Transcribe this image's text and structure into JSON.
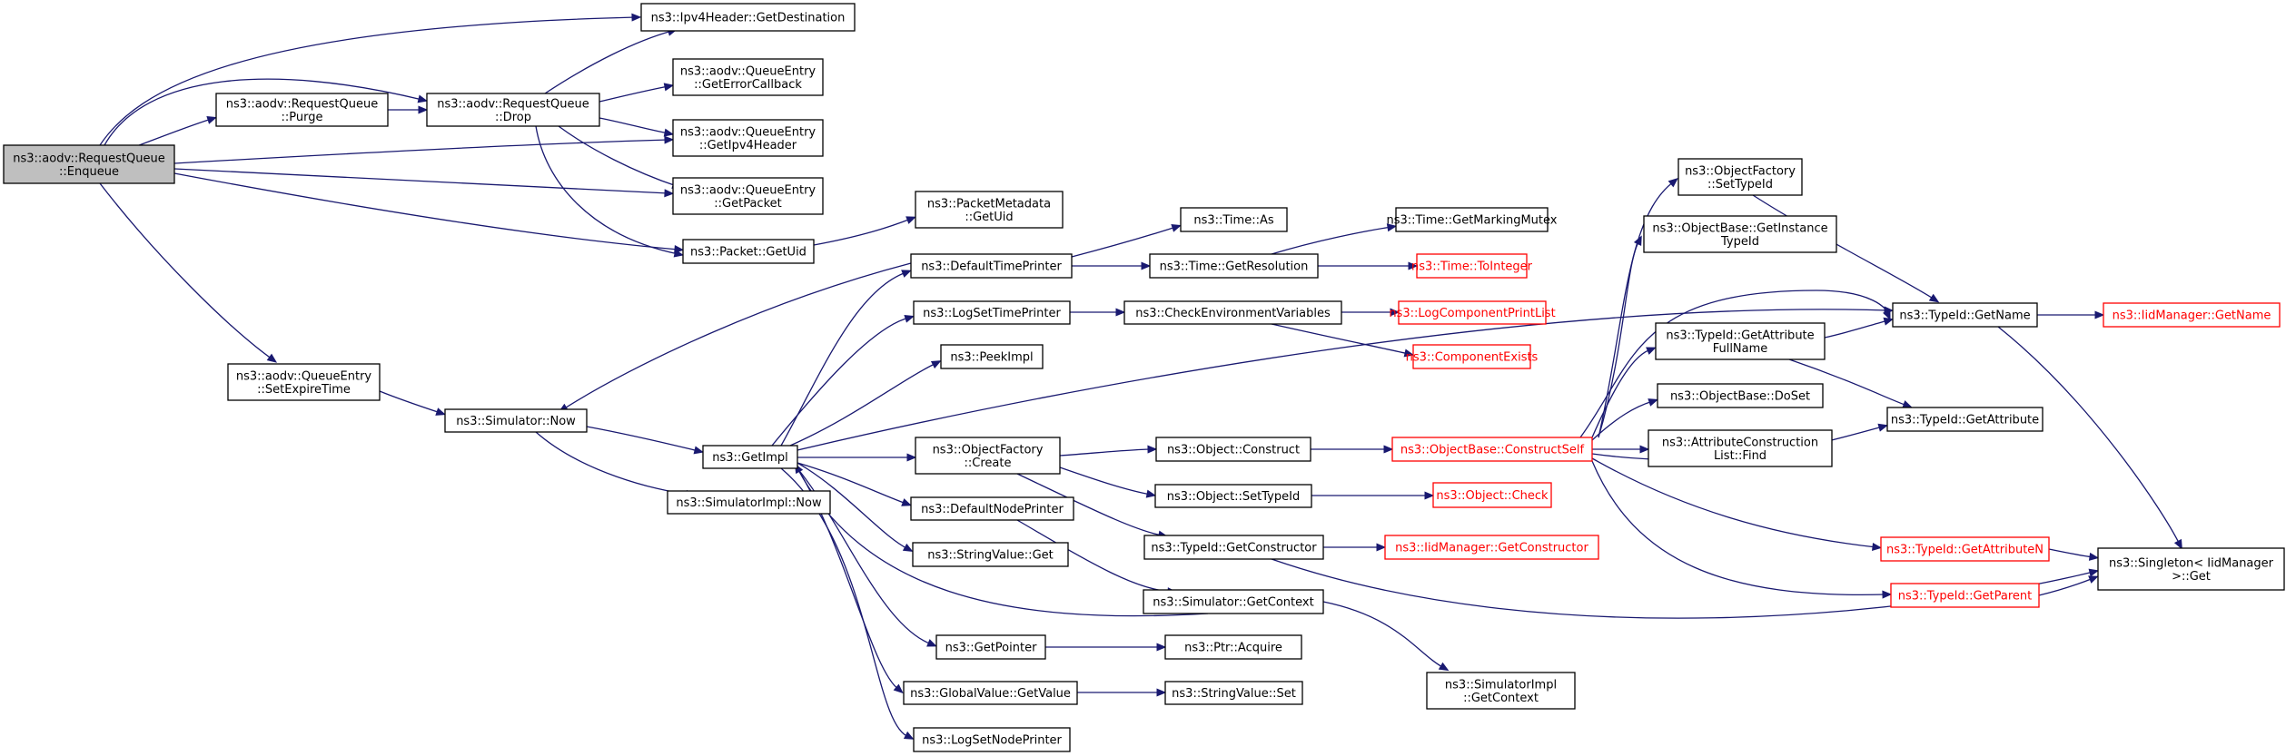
{
  "diagram": {
    "nodes": [
      {
        "id": "enqueue",
        "lines": [
          "ns3::aodv::RequestQueue",
          "::Enqueue"
        ],
        "style": "root"
      },
      {
        "id": "ipv4hdr_getdest",
        "lines": [
          "ns3::Ipv4Header::GetDestination"
        ],
        "style": "normal"
      },
      {
        "id": "purge",
        "lines": [
          "ns3::aodv::RequestQueue",
          "::Purge"
        ],
        "style": "normal"
      },
      {
        "id": "drop",
        "lines": [
          "ns3::aodv::RequestQueue",
          "::Drop"
        ],
        "style": "normal"
      },
      {
        "id": "qe_geterrcb",
        "lines": [
          "ns3::aodv::QueueEntry",
          "::GetErrorCallback"
        ],
        "style": "normal"
      },
      {
        "id": "qe_getipv4hdr",
        "lines": [
          "ns3::aodv::QueueEntry",
          "::GetIpv4Header"
        ],
        "style": "normal"
      },
      {
        "id": "qe_getpacket",
        "lines": [
          "ns3::aodv::QueueEntry",
          "::GetPacket"
        ],
        "style": "normal"
      },
      {
        "id": "pm_getuid",
        "lines": [
          "ns3::PacketMetadata",
          "::GetUid"
        ],
        "style": "normal"
      },
      {
        "id": "packet_getuid",
        "lines": [
          "ns3::Packet::GetUid"
        ],
        "style": "normal"
      },
      {
        "id": "qe_setexpire",
        "lines": [
          "ns3::aodv::QueueEntry",
          "::SetExpireTime"
        ],
        "style": "normal"
      },
      {
        "id": "sim_now",
        "lines": [
          "ns3::Simulator::Now"
        ],
        "style": "normal"
      },
      {
        "id": "getimpl",
        "lines": [
          "ns3::GetImpl"
        ],
        "style": "normal"
      },
      {
        "id": "simimpl_now",
        "lines": [
          "ns3::SimulatorImpl::Now"
        ],
        "style": "normal"
      },
      {
        "id": "default_time_printer",
        "lines": [
          "ns3::DefaultTimePrinter"
        ],
        "style": "normal"
      },
      {
        "id": "time_as",
        "lines": [
          "ns3::Time::As"
        ],
        "style": "normal"
      },
      {
        "id": "time_getres",
        "lines": [
          "ns3::Time::GetResolution"
        ],
        "style": "normal"
      },
      {
        "id": "time_getmutex",
        "lines": [
          "ns3::Time::GetMarkingMutex"
        ],
        "style": "normal"
      },
      {
        "id": "time_tointeger",
        "lines": [
          "ns3::Time::ToInteger"
        ],
        "style": "red"
      },
      {
        "id": "logsettimeprinter",
        "lines": [
          "ns3::LogSetTimePrinter"
        ],
        "style": "normal"
      },
      {
        "id": "checkenv",
        "lines": [
          "ns3::CheckEnvironmentVariables"
        ],
        "style": "normal"
      },
      {
        "id": "logcompprintlist",
        "lines": [
          "ns3::LogComponentPrintList"
        ],
        "style": "red"
      },
      {
        "id": "compexists",
        "lines": [
          "ns3::ComponentExists"
        ],
        "style": "red"
      },
      {
        "id": "peekimpl",
        "lines": [
          "ns3::PeekImpl"
        ],
        "style": "normal"
      },
      {
        "id": "of_create",
        "lines": [
          "ns3::ObjectFactory",
          "::Create"
        ],
        "style": "normal"
      },
      {
        "id": "default_node_printer",
        "lines": [
          "ns3::DefaultNodePrinter"
        ],
        "style": "normal"
      },
      {
        "id": "stringvalue_get",
        "lines": [
          "ns3::StringValue::Get"
        ],
        "style": "normal"
      },
      {
        "id": "getpointer",
        "lines": [
          "ns3::GetPointer"
        ],
        "style": "normal"
      },
      {
        "id": "gv_getvalue",
        "lines": [
          "ns3::GlobalValue::GetValue"
        ],
        "style": "normal"
      },
      {
        "id": "logsetnodeprinter",
        "lines": [
          "ns3::LogSetNodePrinter"
        ],
        "style": "normal"
      },
      {
        "id": "obj_construct",
        "lines": [
          "ns3::Object::Construct"
        ],
        "style": "normal"
      },
      {
        "id": "obj_settypeid",
        "lines": [
          "ns3::Object::SetTypeId"
        ],
        "style": "normal"
      },
      {
        "id": "tid_getconstructor",
        "lines": [
          "ns3::TypeId::GetConstructor"
        ],
        "style": "normal"
      },
      {
        "id": "sim_getcontext",
        "lines": [
          "ns3::Simulator::GetContext"
        ],
        "style": "normal"
      },
      {
        "id": "ptr_acquire",
        "lines": [
          "ns3::Ptr::Acquire"
        ],
        "style": "normal"
      },
      {
        "id": "stringvalue_set",
        "lines": [
          "ns3::StringValue::Set"
        ],
        "style": "normal"
      },
      {
        "id": "simimpl_getcontext",
        "lines": [
          "ns3::SimulatorImpl",
          "::GetContext"
        ],
        "style": "normal"
      },
      {
        "id": "objbase_constructself",
        "lines": [
          "ns3::ObjectBase::ConstructSelf"
        ],
        "style": "red"
      },
      {
        "id": "obj_check",
        "lines": [
          "ns3::Object::Check"
        ],
        "style": "red"
      },
      {
        "id": "iidmgr_getconstructor",
        "lines": [
          "ns3::IidManager::GetConstructor"
        ],
        "style": "red"
      },
      {
        "id": "of_settypeid",
        "lines": [
          "ns3::ObjectFactory",
          "::SetTypeId"
        ],
        "style": "normal"
      },
      {
        "id": "objbase_getinstancetypeid",
        "lines": [
          "ns3::ObjectBase::GetInstance",
          "TypeId"
        ],
        "style": "normal"
      },
      {
        "id": "tid_getattrfullname",
        "lines": [
          "ns3::TypeId::GetAttribute",
          "FullName"
        ],
        "style": "normal"
      },
      {
        "id": "objbase_doset",
        "lines": [
          "ns3::ObjectBase::DoSet"
        ],
        "style": "normal"
      },
      {
        "id": "acl_find",
        "lines": [
          "ns3::AttributeConstruction",
          "List::Find"
        ],
        "style": "normal"
      },
      {
        "id": "tid_getname",
        "lines": [
          "ns3::TypeId::GetName"
        ],
        "style": "normal"
      },
      {
        "id": "iidmgr_getname",
        "lines": [
          "ns3::IidManager::GetName"
        ],
        "style": "red"
      },
      {
        "id": "tid_getattribute",
        "lines": [
          "ns3::TypeId::GetAttribute"
        ],
        "style": "normal"
      },
      {
        "id": "tid_getattributen",
        "lines": [
          "ns3::TypeId::GetAttributeN"
        ],
        "style": "red"
      },
      {
        "id": "tid_getparent",
        "lines": [
          "ns3::TypeId::GetParent"
        ],
        "style": "red"
      },
      {
        "id": "singleton_get",
        "lines": [
          "ns3::Singleton< IidManager",
          " >::Get"
        ],
        "style": "normal"
      }
    ],
    "edge_color": "#191970",
    "root_fill": "#bfbfbf",
    "red_color": "#ff0000"
  }
}
